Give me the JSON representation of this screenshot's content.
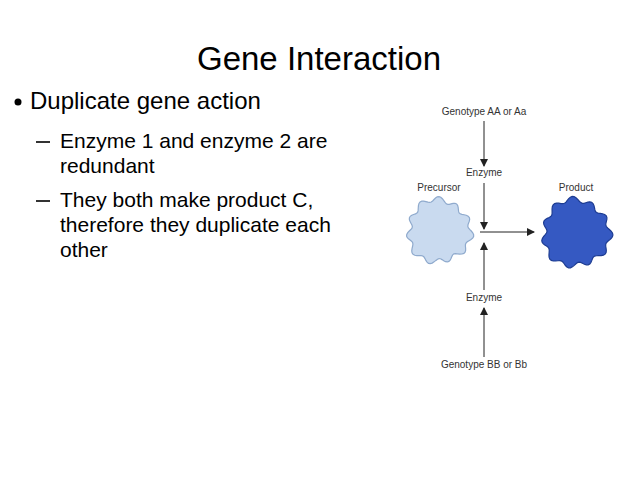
{
  "diagram": {
    "title": "Gene Interaction",
    "nodes": [
      {
        "text": [
          "Precursor"
        ]
      },
      {
        "text": [
          "Product"
        ]
      }
    ],
    "edges": [
      {
        "from": 0,
        "to": 1,
        "arrow": "to"
      }
    ],
    "labels": [
      "Duplicate gene action",
      "Enzyme 1 and enzyme 2 are redundant",
      "They both make product C, therefore they duplicate each other",
      "Genotype AA or Aa",
      "Enzyme",
      "Enzyme",
      "Genotype BB or Bb"
    ]
  }
}
